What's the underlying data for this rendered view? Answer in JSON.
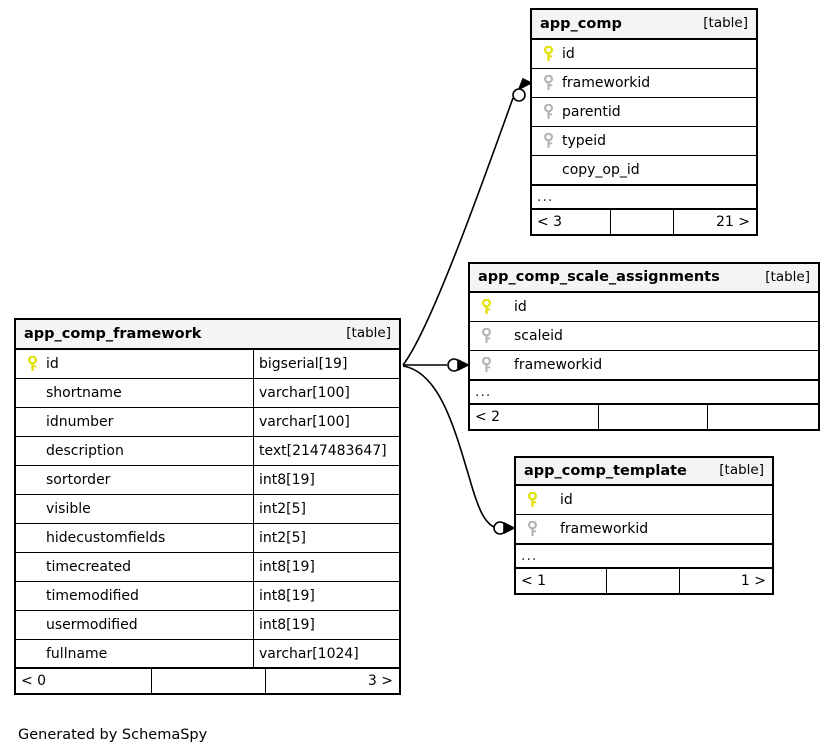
{
  "diagram": {
    "caption": "Generated by SchemaSpy",
    "table_tag": "[table]",
    "ellipsis": "...",
    "colors": {
      "primary_key": "#e8e800",
      "foreign_key": "#b0b0b0",
      "header_background": "#f4f4f4",
      "border": "#000000",
      "page_background": "#ffffff"
    },
    "icons": {
      "primary_key": "key-icon-primary",
      "foreign_key": "key-icon-foreign"
    }
  },
  "tables": [
    {
      "id": "app_comp",
      "name": "app_comp",
      "tag": "[table]",
      "has_type_column": false,
      "columns": [
        {
          "name": "id",
          "key": "primary"
        },
        {
          "name": "frameworkid",
          "key": "foreign"
        },
        {
          "name": "parentid",
          "key": "foreign"
        },
        {
          "name": "typeid",
          "key": "foreign"
        },
        {
          "name": "copy_op_id",
          "key": "none"
        }
      ],
      "more_indicator": "...",
      "footer": {
        "left": "< 3",
        "middle": "",
        "right": "21 >"
      }
    },
    {
      "id": "app_comp_scale_assignments",
      "name": "app_comp_scale_assignments",
      "tag": "[table]",
      "has_type_column": false,
      "columns": [
        {
          "name": "id",
          "key": "primary"
        },
        {
          "name": "scaleid",
          "key": "foreign"
        },
        {
          "name": "frameworkid",
          "key": "foreign"
        }
      ],
      "more_indicator": "...",
      "footer": {
        "left": "< 2",
        "middle": "",
        "right": ""
      }
    },
    {
      "id": "app_comp_template",
      "name": "app_comp_template",
      "tag": "[table]",
      "has_type_column": false,
      "columns": [
        {
          "name": "id",
          "key": "primary"
        },
        {
          "name": "frameworkid",
          "key": "foreign"
        }
      ],
      "more_indicator": "...",
      "footer": {
        "left": "< 1",
        "middle": "",
        "right": "1 >"
      }
    },
    {
      "id": "app_comp_framework",
      "name": "app_comp_framework",
      "tag": "[table]",
      "has_type_column": true,
      "columns": [
        {
          "name": "id",
          "key": "primary",
          "type": "bigserial[19]"
        },
        {
          "name": "shortname",
          "key": "none",
          "type": "varchar[100]"
        },
        {
          "name": "idnumber",
          "key": "none",
          "type": "varchar[100]"
        },
        {
          "name": "description",
          "key": "none",
          "type": "text[2147483647]"
        },
        {
          "name": "sortorder",
          "key": "none",
          "type": "int8[19]"
        },
        {
          "name": "visible",
          "key": "none",
          "type": "int2[5]"
        },
        {
          "name": "hidecustomfields",
          "key": "none",
          "type": "int2[5]"
        },
        {
          "name": "timecreated",
          "key": "none",
          "type": "int8[19]"
        },
        {
          "name": "timemodified",
          "key": "none",
          "type": "int8[19]"
        },
        {
          "name": "usermodified",
          "key": "none",
          "type": "int8[19]"
        },
        {
          "name": "fullname",
          "key": "none",
          "type": "varchar[1024]"
        }
      ],
      "more_indicator": "",
      "footer": {
        "left": "< 0",
        "middle": "",
        "right": "3 >"
      }
    }
  ],
  "relationships": [
    {
      "from_table": "app_comp_framework",
      "from_column": "id",
      "to_table": "app_comp",
      "to_column": "frameworkid"
    },
    {
      "from_table": "app_comp_framework",
      "from_column": "id",
      "to_table": "app_comp_scale_assignments",
      "to_column": "frameworkid"
    },
    {
      "from_table": "app_comp_framework",
      "from_column": "id",
      "to_table": "app_comp_template",
      "to_column": "frameworkid"
    }
  ]
}
